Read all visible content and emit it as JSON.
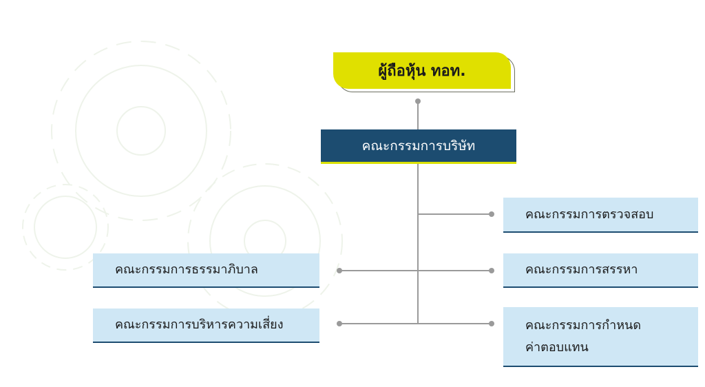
{
  "diagram": {
    "shareholders": "ผู้ถือหุ้น ทอท.",
    "board": "คณะกรรมการบริษัท",
    "committees": {
      "audit": "คณะกรรมการตรวจสอบ",
      "nomination": "คณะกรรมการสรรหา",
      "compensation": "คณะกรรมการกำหนด\nค่าตอบแทน",
      "governance": "คณะกรรมการธรรมาภิบาล",
      "risk": "คณะกรรมการบริหารความเสี่ยง"
    }
  },
  "colors": {
    "shareholders_fill": "#e0e000",
    "board_fill": "#1c4c70",
    "committee_fill": "#cfe7f5",
    "connector": "#9a9a9a"
  },
  "decorations": [
    "gear-watermark-icon"
  ]
}
